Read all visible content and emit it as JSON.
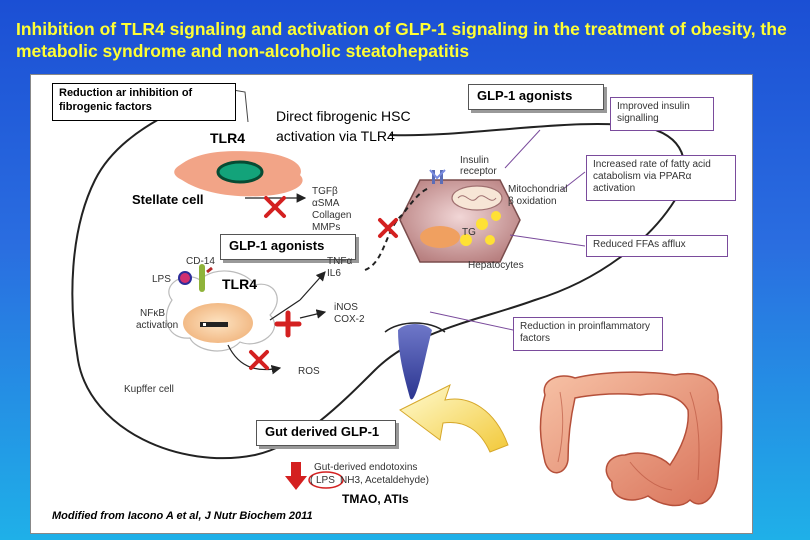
{
  "title": "Inhibition of TLR4 signaling and activation of GLP-1 signaling in the treatment of obesity, the metabolic syndrome and non-alcoholic steatohepatitis",
  "citation": "Modified from Iacono A et al, J Nutr Biochem 2011",
  "boxes": {
    "fibrogenic": "Reduction ar inhibition of fibrogenic factors",
    "glp1_top": "GLP-1 agonists",
    "glp1_mid": "GLP-1 agonists",
    "gut_glp1": "Gut derived GLP-1",
    "insulin": "Improved insulin signalling",
    "fatty_acid": "Increased rate of fatty acid catabolism via PPARα activation",
    "ffa": "Reduced FFAs afflux",
    "proinflam": "Reduction in proinflammatory factors"
  },
  "labels": {
    "direct_hsc_1": "Direct fibrogenic HSC",
    "direct_hsc_2": "activation via TLR4",
    "tlr4_stellate": "TLR4",
    "stellate_cell": "Stellate cell",
    "tgfb": "TGFβ",
    "asma": "αSMA",
    "collagen": "Collagen",
    "mmps": "MMPs",
    "insulin_receptor_1": "Insulin",
    "insulin_receptor_2": "receptor",
    "mitochondrial_1": "Mitochondrial",
    "mitochondrial_2": "β oxidation",
    "tg": "TG",
    "hepatocytes": "Hepatocytes",
    "cd14": "CD-14",
    "lps": "LPS",
    "tlr4_kupffer": "TLR4",
    "nfkb_1": "NFκB",
    "nfkb_2": "activation",
    "tnfa": "TNFα",
    "il6": "IL6",
    "inos": "iNOS",
    "cox2": "COX-2",
    "ros": "ROS",
    "kupffer": "Kupffer cell",
    "endotoxins": "Gut-derived endotoxins",
    "lps_gut": "LPS",
    "nh3": "NH3, Acetaldehyde)",
    "paren": "(",
    "tmao": "TMAO, ATIs"
  },
  "colors": {
    "title": "#ffff33",
    "box_border": "#7a4b9c",
    "inhibit": "#d42020",
    "cell_pink": "#f2a487",
    "nucleus": "#13a37a",
    "hepatocyte": "#d8a7a7"
  }
}
